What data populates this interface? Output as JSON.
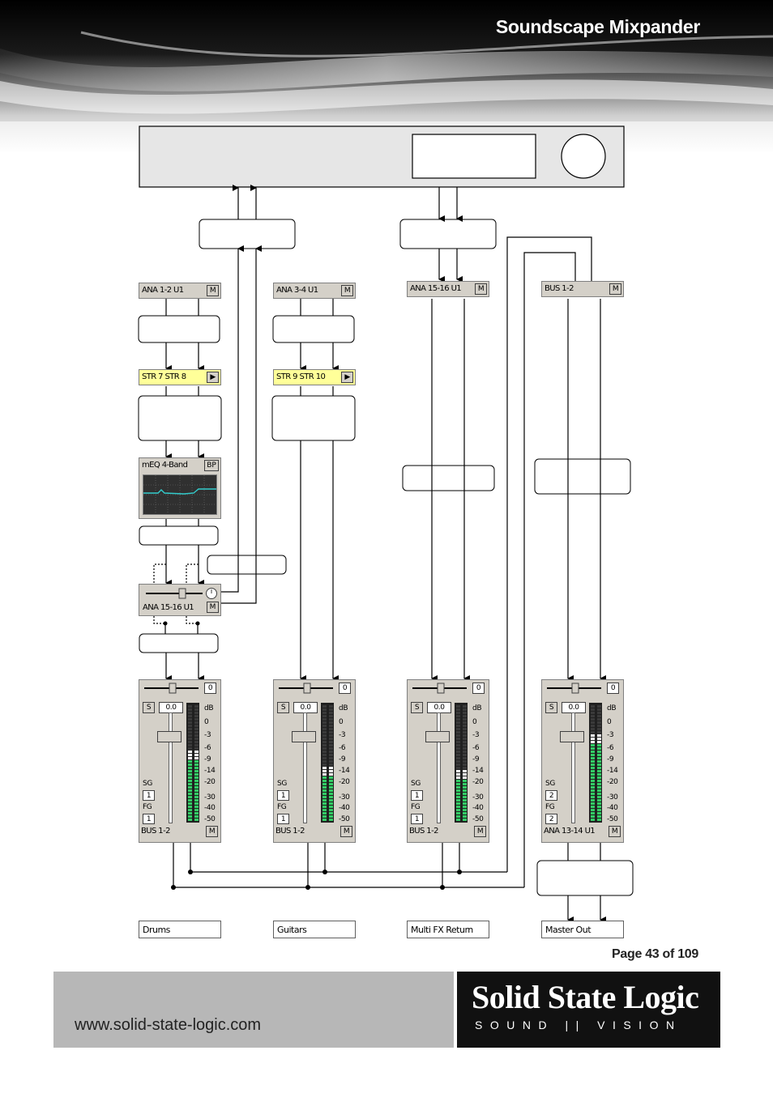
{
  "header": {
    "title": "Soundscape Mixpander"
  },
  "strips": {
    "ana12": {
      "label": "ANA 1-2 U1",
      "button": "M"
    },
    "ana34": {
      "label": "ANA 3-4 U1",
      "button": "M"
    },
    "ana1516": {
      "label": "ANA 15-16 U1",
      "button": "M"
    },
    "bus12": {
      "label": "BUS 1-2",
      "button": "M"
    },
    "str78": {
      "label": "STR 7 STR 8",
      "button": "▶"
    },
    "str910": {
      "label": "STR 9 STR 10",
      "button": "▶"
    }
  },
  "eq": {
    "label": "mEQ 4-Band",
    "button": "BP"
  },
  "send": {
    "label": "ANA 15-16 U1",
    "button": "M"
  },
  "channels": [
    {
      "pan_value": "0",
      "solo": "S",
      "gain": "0.0",
      "sg_label": "SG",
      "sg_value": "1",
      "fg_label": "FG",
      "fg_value": "1",
      "route": "BUS 1-2",
      "mute": "M",
      "meter_level": 0.55
    },
    {
      "pan_value": "0",
      "solo": "S",
      "gain": "0.0",
      "sg_label": "SG",
      "sg_value": "1",
      "fg_label": "FG",
      "fg_value": "1",
      "route": "BUS 1-2",
      "mute": "M",
      "meter_level": 0.42
    },
    {
      "pan_value": "0",
      "solo": "S",
      "gain": "0.0",
      "sg_label": "SG",
      "sg_value": "1",
      "fg_label": "FG",
      "fg_value": "1",
      "route": "BUS 1-2",
      "mute": "M",
      "meter_level": 0.4
    },
    {
      "pan_value": "0",
      "solo": "S",
      "gain": "0.0",
      "sg_label": "SG",
      "sg_value": "2",
      "fg_label": "FG",
      "fg_value": "2",
      "route": "ANA 13-14 U1",
      "mute": "M",
      "meter_level": 0.7
    }
  ],
  "meter_scale": [
    "dB",
    "0",
    "-3",
    "-6",
    "-9",
    "-14",
    "-20",
    "-30",
    "-40",
    "-50"
  ],
  "channel_names": [
    "Drums",
    "Guitars",
    "Multi FX Return",
    "Master Out"
  ],
  "footer": {
    "page": "Page 43 of 109",
    "url": "www.solid-state-logic.com",
    "brand": "Solid State Logic",
    "tagline": "SOUND || VISION"
  },
  "colors": {
    "strip_bg": "#d4d0c8",
    "strip_yellow": "#ffff99",
    "meter_green": "#33cc66",
    "eq_curve": "#33cccc",
    "footer_grey": "#b7b7b7",
    "footer_black": "#111111"
  }
}
